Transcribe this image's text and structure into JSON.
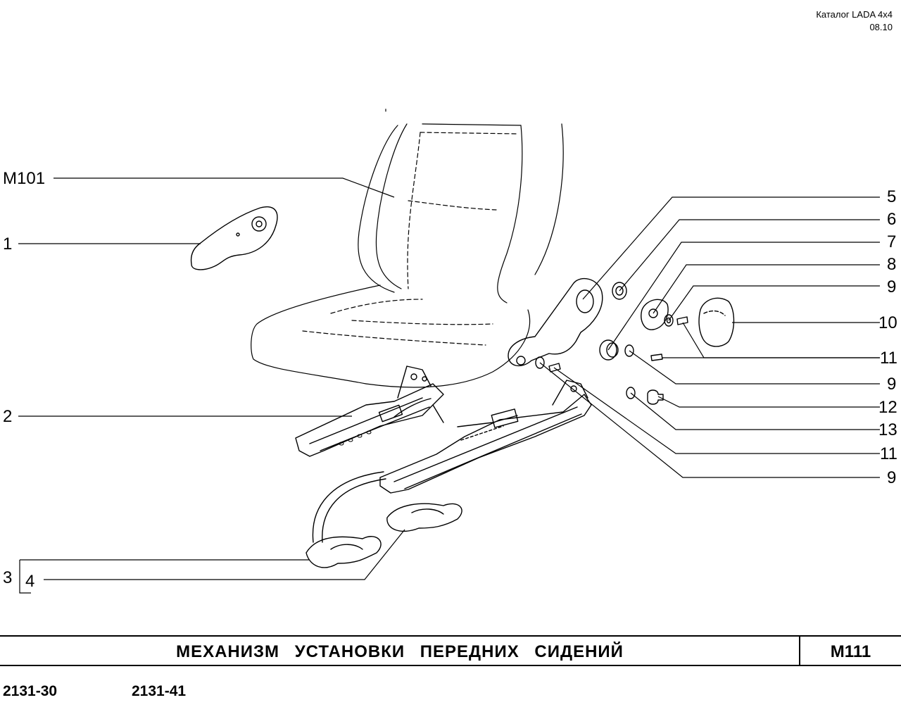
{
  "header": {
    "catalog": "Каталог  LADA  4x4",
    "date": "08.10"
  },
  "callouts": {
    "m101": "М101",
    "c1": "1",
    "c2": "2",
    "c3": "3",
    "c4": "4",
    "c5": "5",
    "c6": "6",
    "c7": "7",
    "c8": "8",
    "c9a": "9",
    "c10": "10",
    "c11a": "11",
    "c9b": "9",
    "c12": "12",
    "c13": "13",
    "c11b": "11",
    "c9c": "9"
  },
  "title": {
    "text": "МЕХАНИЗМ  УСТАНОВКИ  ПЕРЕДНИХ  СИДЕНИЙ",
    "code": "М111"
  },
  "models": [
    "2131-30",
    "2131-41"
  ]
}
